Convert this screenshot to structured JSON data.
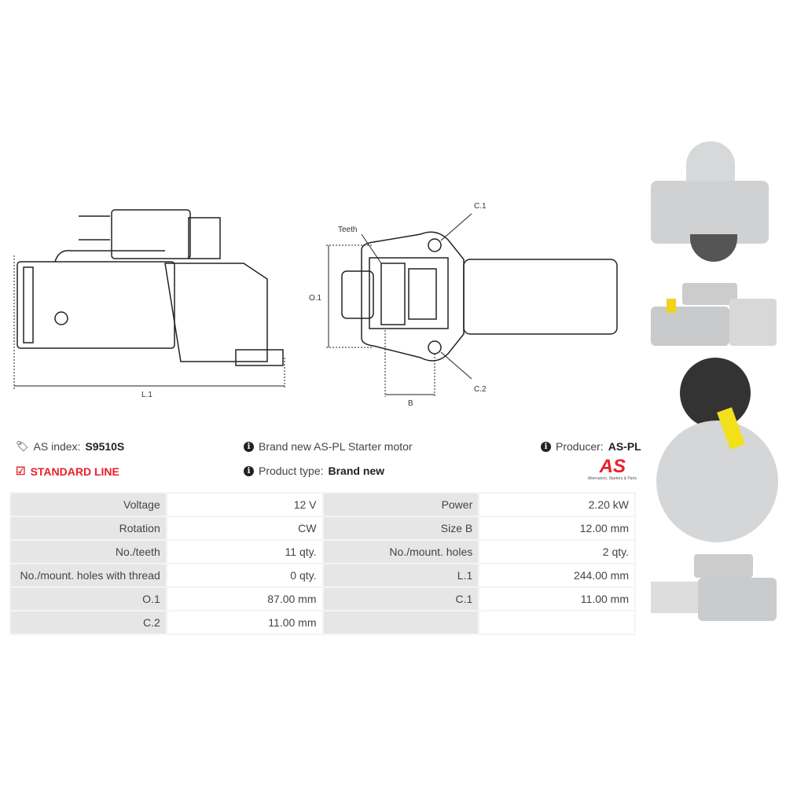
{
  "header": {
    "as_index_label": "AS index:",
    "as_index_value": "S9510S",
    "line_label": "STANDARD LINE",
    "description": "Brand new AS-PL Starter motor",
    "product_type_label": "Product type:",
    "product_type_value": "Brand new",
    "producer_label": "Producer:",
    "producer_value": "AS-PL",
    "logo_text": "AS",
    "logo_tagline": "Alternators, Starters & Parts"
  },
  "diagram": {
    "l1": "L.1",
    "o1": "O.1",
    "teeth": "Teeth",
    "c1": "C.1",
    "c2": "C.2",
    "b": "B"
  },
  "specs": [
    {
      "l1": "Voltage",
      "v1": "12 V",
      "l2": "Power",
      "v2": "2.20 kW"
    },
    {
      "l1": "Rotation",
      "v1": "CW",
      "l2": "Size B",
      "v2": "12.00 mm"
    },
    {
      "l1": "No./teeth",
      "v1": "11 qty.",
      "l2": "No./mount. holes",
      "v2": "2 qty."
    },
    {
      "l1": "No./mount. holes with thread",
      "v1": "0 qty.",
      "l2": "L.1",
      "v2": "244.00 mm"
    },
    {
      "l1": "O.1",
      "v1": "87.00 mm",
      "l2": "C.1",
      "v2": "11.00 mm"
    },
    {
      "l1": "C.2",
      "v1": "11.00 mm",
      "l2": "",
      "v2": ""
    }
  ],
  "colors": {
    "accent": "#e8202a"
  }
}
